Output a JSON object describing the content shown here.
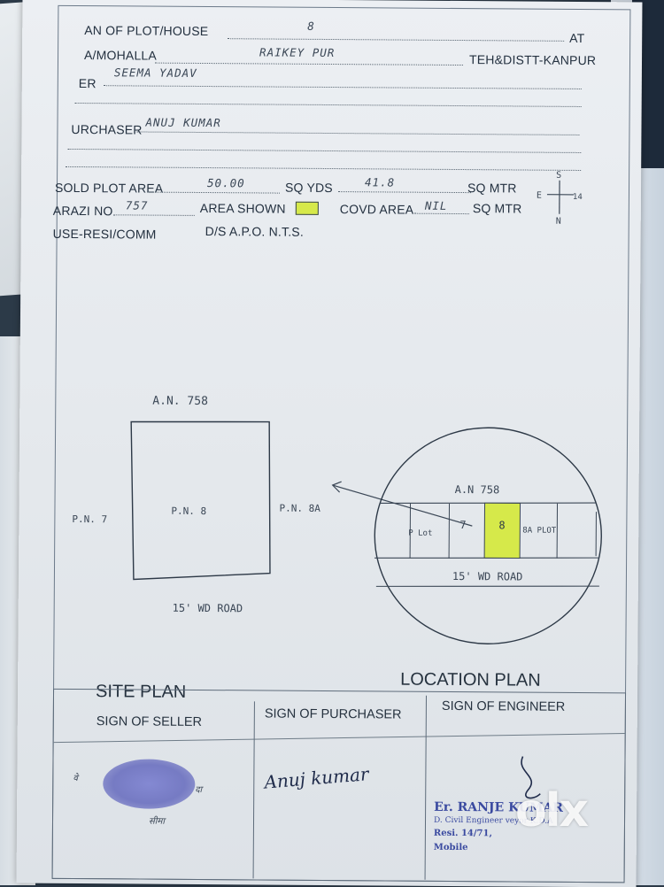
{
  "form": {
    "plot_label": "AN OF PLOT/HOUSE",
    "plot_no": "8",
    "at_label": "AT",
    "mohalla_label": "A/MOHALLA",
    "mohalla_value": "RAIKEY PUR",
    "teh_label": "TEH&DISTT-KANPUR",
    "seller_label": "ER",
    "seller_name": "SEEMA YADAV",
    "purchaser_label": "URCHASER",
    "purchaser_name": "ANUJ KUMAR",
    "area_label": "SOLD PLOT AREA",
    "area_value": "50.00",
    "sq_yds_label": "SQ YDS",
    "sq_mtr_value": "41.8",
    "sq_mtr_label": "SQ MTR",
    "arazi_label": "ARAZI NO",
    "arazi_value": "757",
    "area_shown_label": "AREA SHOWN",
    "covd_label": "COVD AREA",
    "covd_value": "NIL",
    "covd_unit": "SQ MTR",
    "use_label": "USE-RESI/COMM",
    "ds_label": "D/S A.P.O. N.T.S."
  },
  "compass": {
    "s": "S",
    "e": "E",
    "n": "N",
    "w": "14"
  },
  "site_plan": {
    "top": "A.N. 758",
    "left": "P.N. 7",
    "center": "P.N. 8",
    "right": "P.N. 8A",
    "road": "15' WD ROAD"
  },
  "location_plan": {
    "top": "A.N 758",
    "plot_left": "P Lot",
    "plot_7": "7",
    "plot_8": "8",
    "plot_8a": "8A PLOT",
    "road": "15' WD ROAD"
  },
  "headings": {
    "site_plan": "SITE PLAN",
    "location_plan": "LOCATION PLAN"
  },
  "signatures": {
    "seller": "SIGN  OF SELLER",
    "purchaser": "SIGN  OF PURCHASER",
    "engineer": "SIGN  OF ENGINEER",
    "purchaser_sign": "Anuj kumar",
    "thumb_left": "वे",
    "thumb_right": "दा",
    "thumb_bottom": "सीमा",
    "stamp_line1": "Er. RANJE    KUMAR",
    "stamp_line2": "D. Civil Engineer    veyor     K.D.A",
    "stamp_line3": "Resi. 14/71,",
    "stamp_line4": "Mobile"
  },
  "watermark": "olx",
  "colors": {
    "highlight": "#d6e94a",
    "ink": "#243140",
    "thumb": "#6a6fbf"
  }
}
